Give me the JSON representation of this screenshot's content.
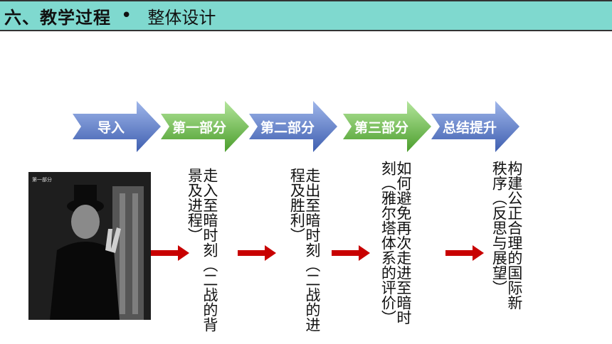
{
  "header": {
    "title": "六、教学过程",
    "separator": "•",
    "subtitle": "整体设计"
  },
  "stages": [
    {
      "label": "导入",
      "color": "#4f6fbf"
    },
    {
      "label": "第一部分",
      "color": "#5aae3a"
    },
    {
      "label": "第二部分",
      "color": "#4f6fbf"
    },
    {
      "label": "第三部分",
      "color": "#5aae3a"
    },
    {
      "label": "总结提升",
      "color": "#4f6fbf"
    }
  ],
  "photo": {
    "caption": "第一部分",
    "description_icon": "churchill-photo"
  },
  "columns": [
    {
      "main": "走入至暗时刻",
      "sub": "（二战的背景及进程）"
    },
    {
      "main": "走出至暗时刻",
      "sub": "（二战的进程及胜利）"
    },
    {
      "main": "如何避免再次走进至暗时刻",
      "sub": "（雅尔塔体系的评价）"
    },
    {
      "main": "构建公正合理的国际新秩序",
      "sub": "（反思与展望）"
    }
  ],
  "colors": {
    "title_bar": "#7fd9cf",
    "connector_arrow": "#c80000"
  }
}
